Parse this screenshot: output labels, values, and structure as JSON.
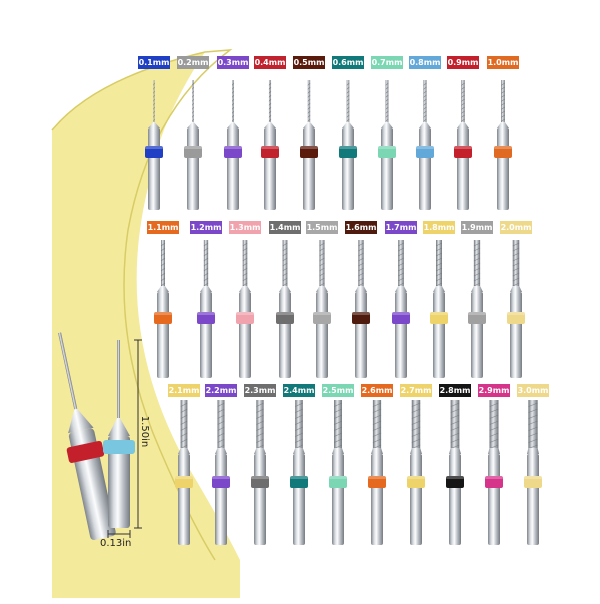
{
  "rows": [
    [
      {
        "label": "0.1mm",
        "color": "#1f3fc4"
      },
      {
        "label": "0.2mm",
        "color": "#9a9a9a"
      },
      {
        "label": "0.3mm",
        "color": "#7b48c9"
      },
      {
        "label": "0.4mm",
        "color": "#c0222e"
      },
      {
        "label": "0.5mm",
        "color": "#5a1a0c"
      },
      {
        "label": "0.6mm",
        "color": "#11797a"
      },
      {
        "label": "0.7mm",
        "color": "#7ad6b3"
      },
      {
        "label": "0.8mm",
        "color": "#62a8d8"
      },
      {
        "label": "0.9mm",
        "color": "#c4202c"
      },
      {
        "label": "1.0mm",
        "color": "#e06a22"
      }
    ],
    [
      {
        "label": "1.1mm",
        "color": "#e56a20"
      },
      {
        "label": "1.2mm",
        "color": "#7b48c9"
      },
      {
        "label": "1.3mm",
        "color": "#f1a3ad"
      },
      {
        "label": "1.4mm",
        "color": "#6e6e6e"
      },
      {
        "label": "1.5mm",
        "color": "#a7a7a7"
      },
      {
        "label": "1.6mm",
        "color": "#4f1b0e"
      },
      {
        "label": "1.7mm",
        "color": "#7b48c9"
      },
      {
        "label": "1.8mm",
        "color": "#eed36a"
      },
      {
        "label": "1.9mm",
        "color": "#a0a0a0"
      },
      {
        "label": "2.0mm",
        "color": "#eed98a"
      }
    ],
    [
      {
        "label": "2.1mm",
        "color": "#eed36a"
      },
      {
        "label": "2.2mm",
        "color": "#7b48c9"
      },
      {
        "label": "2.3mm",
        "color": "#6e6e6e"
      },
      {
        "label": "2.4mm",
        "color": "#11797a"
      },
      {
        "label": "2.5mm",
        "color": "#7ad6b3"
      },
      {
        "label": "2.6mm",
        "color": "#e56a20"
      },
      {
        "label": "2.7mm",
        "color": "#eed36a"
      },
      {
        "label": "2.8mm",
        "color": "#151515"
      },
      {
        "label": "2.9mm",
        "color": "#d6338a"
      },
      {
        "label": "3.0mm",
        "color": "#eed98a"
      }
    ]
  ],
  "dimensions": {
    "length": "1.50in",
    "diameter": "0.13in"
  },
  "colors": {
    "background": "#ffffff",
    "accent_band": "#f4ea9c",
    "steel_dark": "#8e949b",
    "steel_light": "#f3f5f7"
  }
}
